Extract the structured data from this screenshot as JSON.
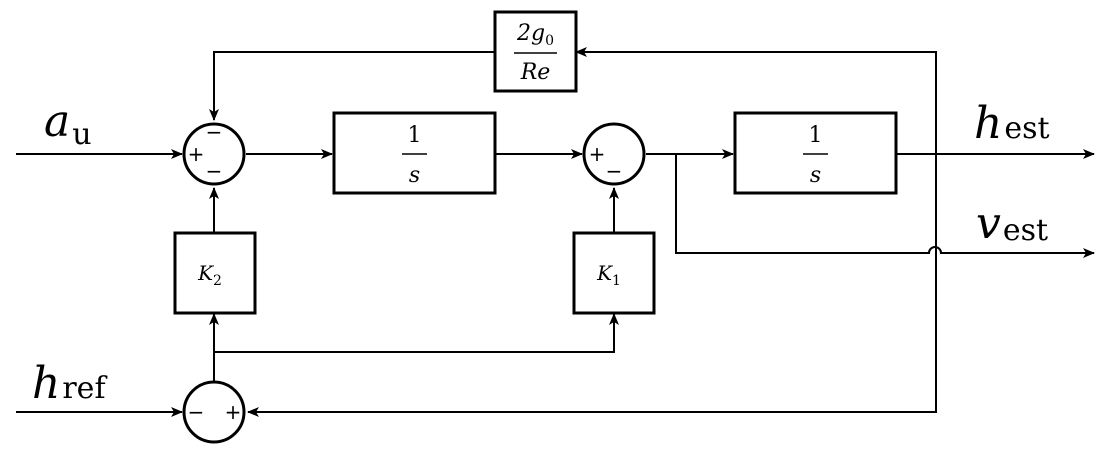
{
  "inputs": {
    "a_u": {
      "main": "a",
      "sub": "u"
    },
    "h_ref": {
      "main": "h",
      "sub": "ref"
    }
  },
  "outputs": {
    "h_est": {
      "main": "h",
      "sub": "est"
    },
    "v_est": {
      "main": "v",
      "sub": "est"
    }
  },
  "blocks": {
    "integrator_1": {
      "numerator": "1",
      "denominator": "s"
    },
    "integrator_2": {
      "numerator": "1",
      "denominator": "s"
    },
    "gravity_gain": {
      "numerator": "2g",
      "numerator_sub": "0",
      "denominator": "Re"
    },
    "gain_k2": {
      "main": "K",
      "sub": "2"
    },
    "gain_k1": {
      "main": "K",
      "sub": "1"
    }
  },
  "summing_junctions": {
    "sum_a": {
      "left": "+",
      "top": "−",
      "bottom": "−"
    },
    "sum_b": {
      "left": "+",
      "bottom": "−"
    },
    "sum_c": {
      "left": "−",
      "right": "+"
    }
  }
}
